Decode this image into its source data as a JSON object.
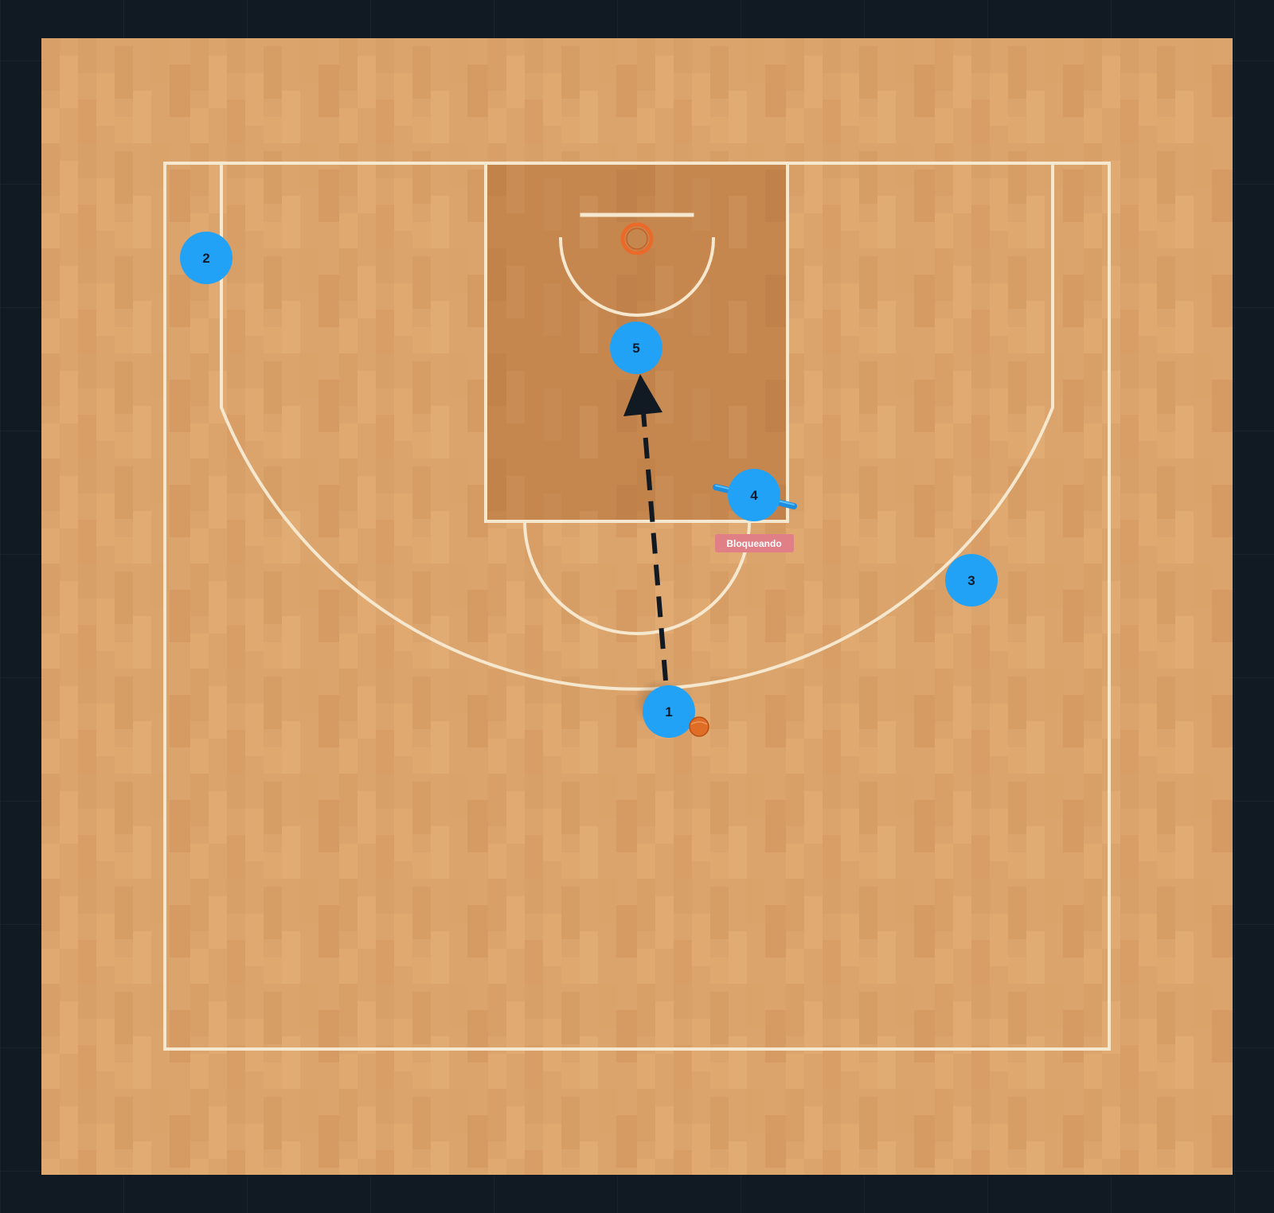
{
  "board": {
    "colors": {
      "background": "#111922",
      "floor": "#dba46c",
      "paint": "#c6874f",
      "lines": "#f6e7cf",
      "player": "#22a2f7",
      "player_text": "#0f1b2a",
      "rim": "#ea6a2a",
      "ball": "#e06d26",
      "arrow": "#111922",
      "screen_badge": "#e07f86"
    }
  },
  "players": [
    {
      "label": "1",
      "role": "ball-handler",
      "has_ball": true
    },
    {
      "label": "2",
      "role": "wing"
    },
    {
      "label": "3",
      "role": "wing"
    },
    {
      "label": "4",
      "role": "screener",
      "screen_label": "Bloqueando"
    },
    {
      "label": "5",
      "role": "post"
    }
  ],
  "actions": [
    {
      "type": "pass",
      "style": "dashed-arrow",
      "from": "1",
      "to": "5"
    },
    {
      "type": "screen",
      "by": "4"
    }
  ]
}
